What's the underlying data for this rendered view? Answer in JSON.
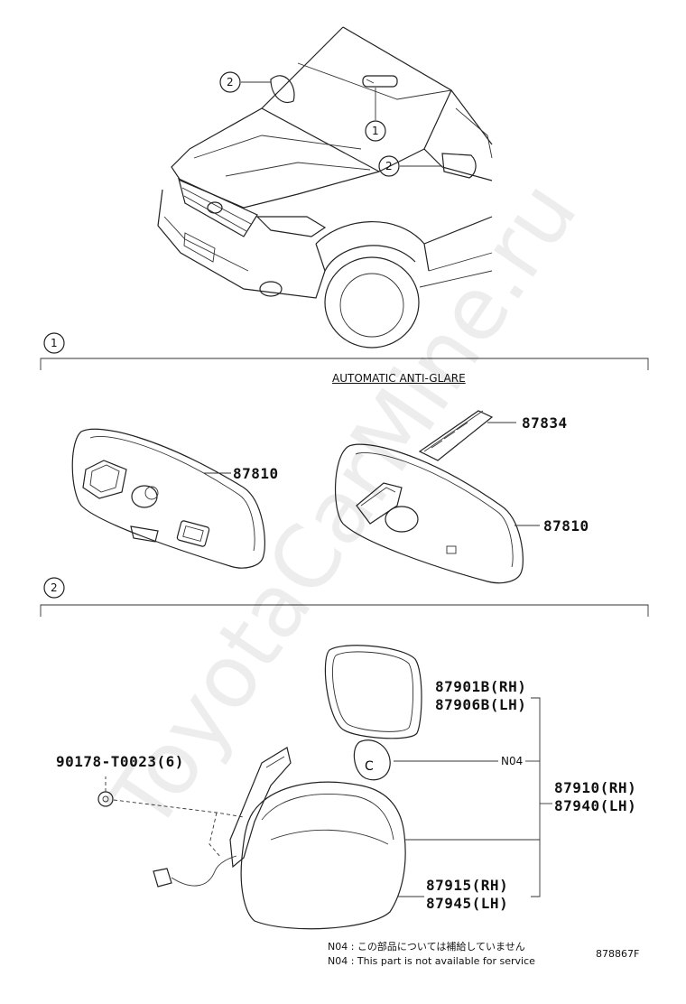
{
  "callouts": {
    "one": "1",
    "two": "2"
  },
  "section1": {
    "heading": "AUTOMATIC ANTI-GLARE"
  },
  "parts": {
    "p87810_left": "87810",
    "p87834": "87834",
    "p87810_right": "87810",
    "p87901": "87901B(RH)",
    "p87906": "87906B(LH)",
    "p90178": "90178-T0023(6)",
    "n04": "N04",
    "p87910": "87910(RH)",
    "p87940": "87940(LH)",
    "p87915": "87915(RH)",
    "p87945": "87945(LH)"
  },
  "notes": {
    "jp": "N04 : この部品については補給していません",
    "en": "N04 : This part is not available for service"
  },
  "figure_id": "878867F",
  "watermark": "ToyotaCarMine.ru",
  "colors": {
    "line": "#222222",
    "watermark": "#ededed"
  }
}
